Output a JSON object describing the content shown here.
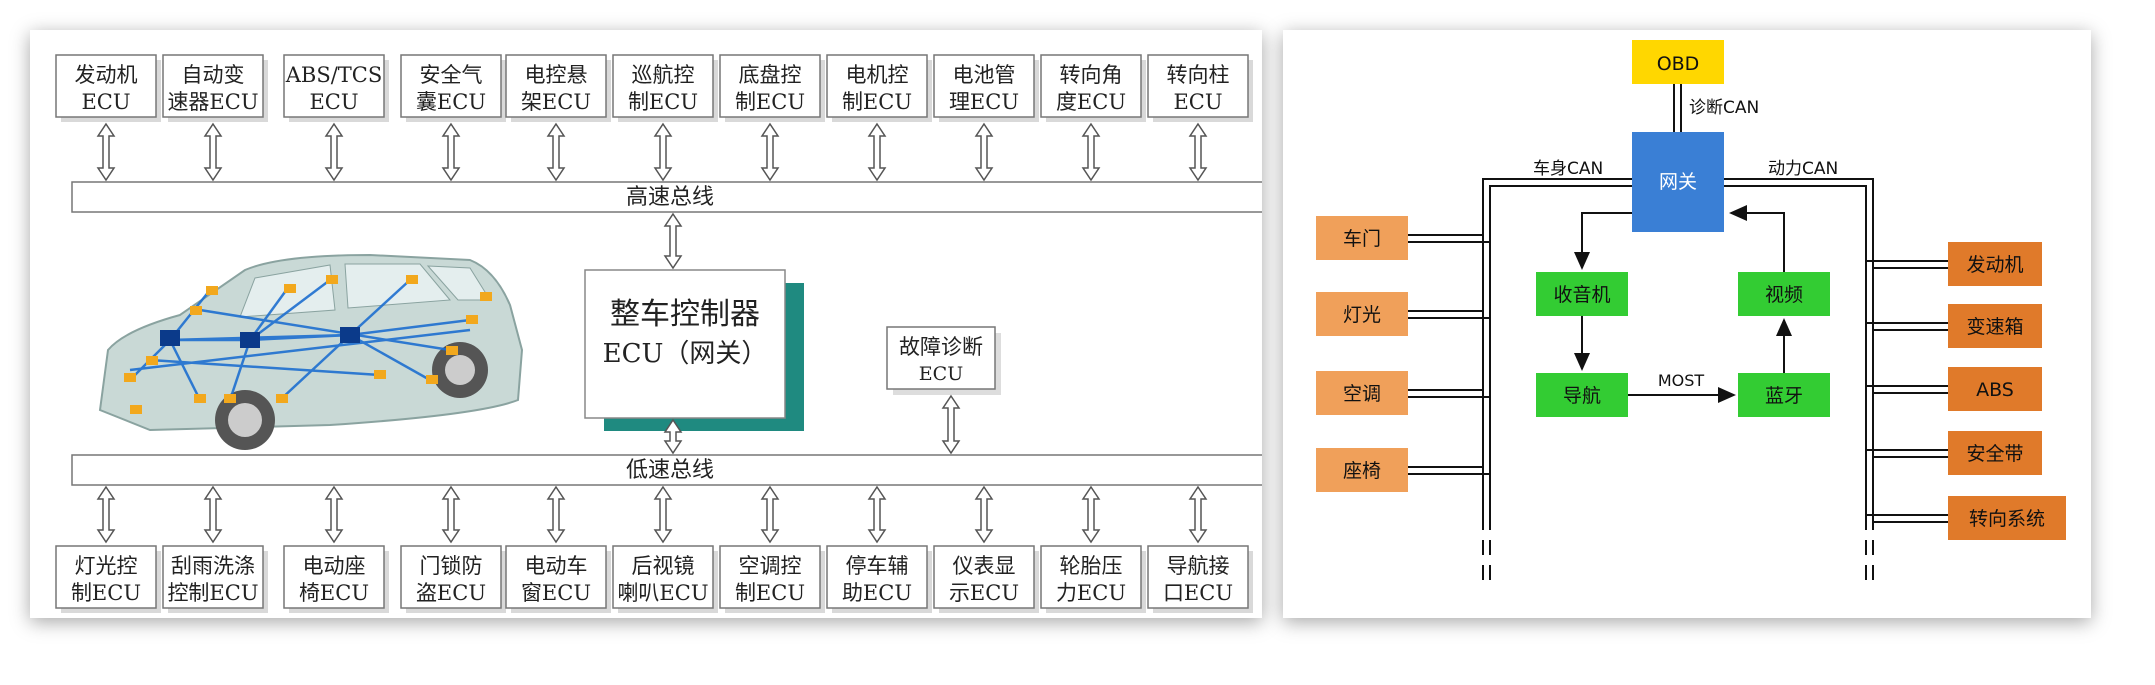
{
  "left_diagram": {
    "top_ecus": [
      [
        "发动机",
        "ECU"
      ],
      [
        "自动变",
        "速器ECU"
      ],
      [
        "ABS/TCS",
        "ECU"
      ],
      [
        "安全气",
        "囊ECU"
      ],
      [
        "电控悬",
        "架ECU"
      ],
      [
        "巡航控",
        "制ECU"
      ],
      [
        "底盘控",
        "制ECU"
      ],
      [
        "电机控",
        "制ECU"
      ],
      [
        "电池管",
        "理ECU"
      ],
      [
        "转向角",
        "度ECU"
      ],
      [
        "转向柱",
        "ECU"
      ]
    ],
    "high_speed_bus": "高速总线",
    "low_speed_bus": "低速总线",
    "gateway": [
      "整车控制器",
      "ECU（网关）"
    ],
    "diagnosis": [
      "故障诊断",
      "ECU"
    ],
    "bottom_ecus": [
      [
        "灯光控",
        "制ECU"
      ],
      [
        "刮雨洗涤",
        "控制ECU"
      ],
      [
        "电动座",
        "椅ECU"
      ],
      [
        "门锁防",
        "盗ECU"
      ],
      [
        "电动车",
        "窗ECU"
      ],
      [
        "后视镜",
        "喇叭ECU"
      ],
      [
        "空调控",
        "制ECU"
      ],
      [
        "停车辅",
        "助ECU"
      ],
      [
        "仪表显",
        "示ECU"
      ],
      [
        "轮胎压",
        "力ECU"
      ],
      [
        "导航接",
        "口ECU"
      ]
    ]
  },
  "right_diagram": {
    "obd": "OBD",
    "diag_can": "诊断CAN",
    "body_can": "车身CAN",
    "power_can": "动力CAN",
    "gateway": "网关",
    "left_nodes": [
      "车门",
      "灯光",
      "空调",
      "座椅"
    ],
    "center_nodes": {
      "radio": "收音机",
      "video": "视频",
      "nav": "导航",
      "bluetooth": "蓝牙"
    },
    "most": "MOST",
    "right_nodes": [
      "发动机",
      "变速箱",
      "ABS",
      "安全带",
      "转向系统"
    ]
  },
  "colors": {
    "orange": "#f0a05a",
    "orange_dark": "#e07a2a",
    "green": "#33cc33",
    "blue": "#3a7fd5",
    "yellow": "#ffd700",
    "teal": "#1f8a80"
  }
}
